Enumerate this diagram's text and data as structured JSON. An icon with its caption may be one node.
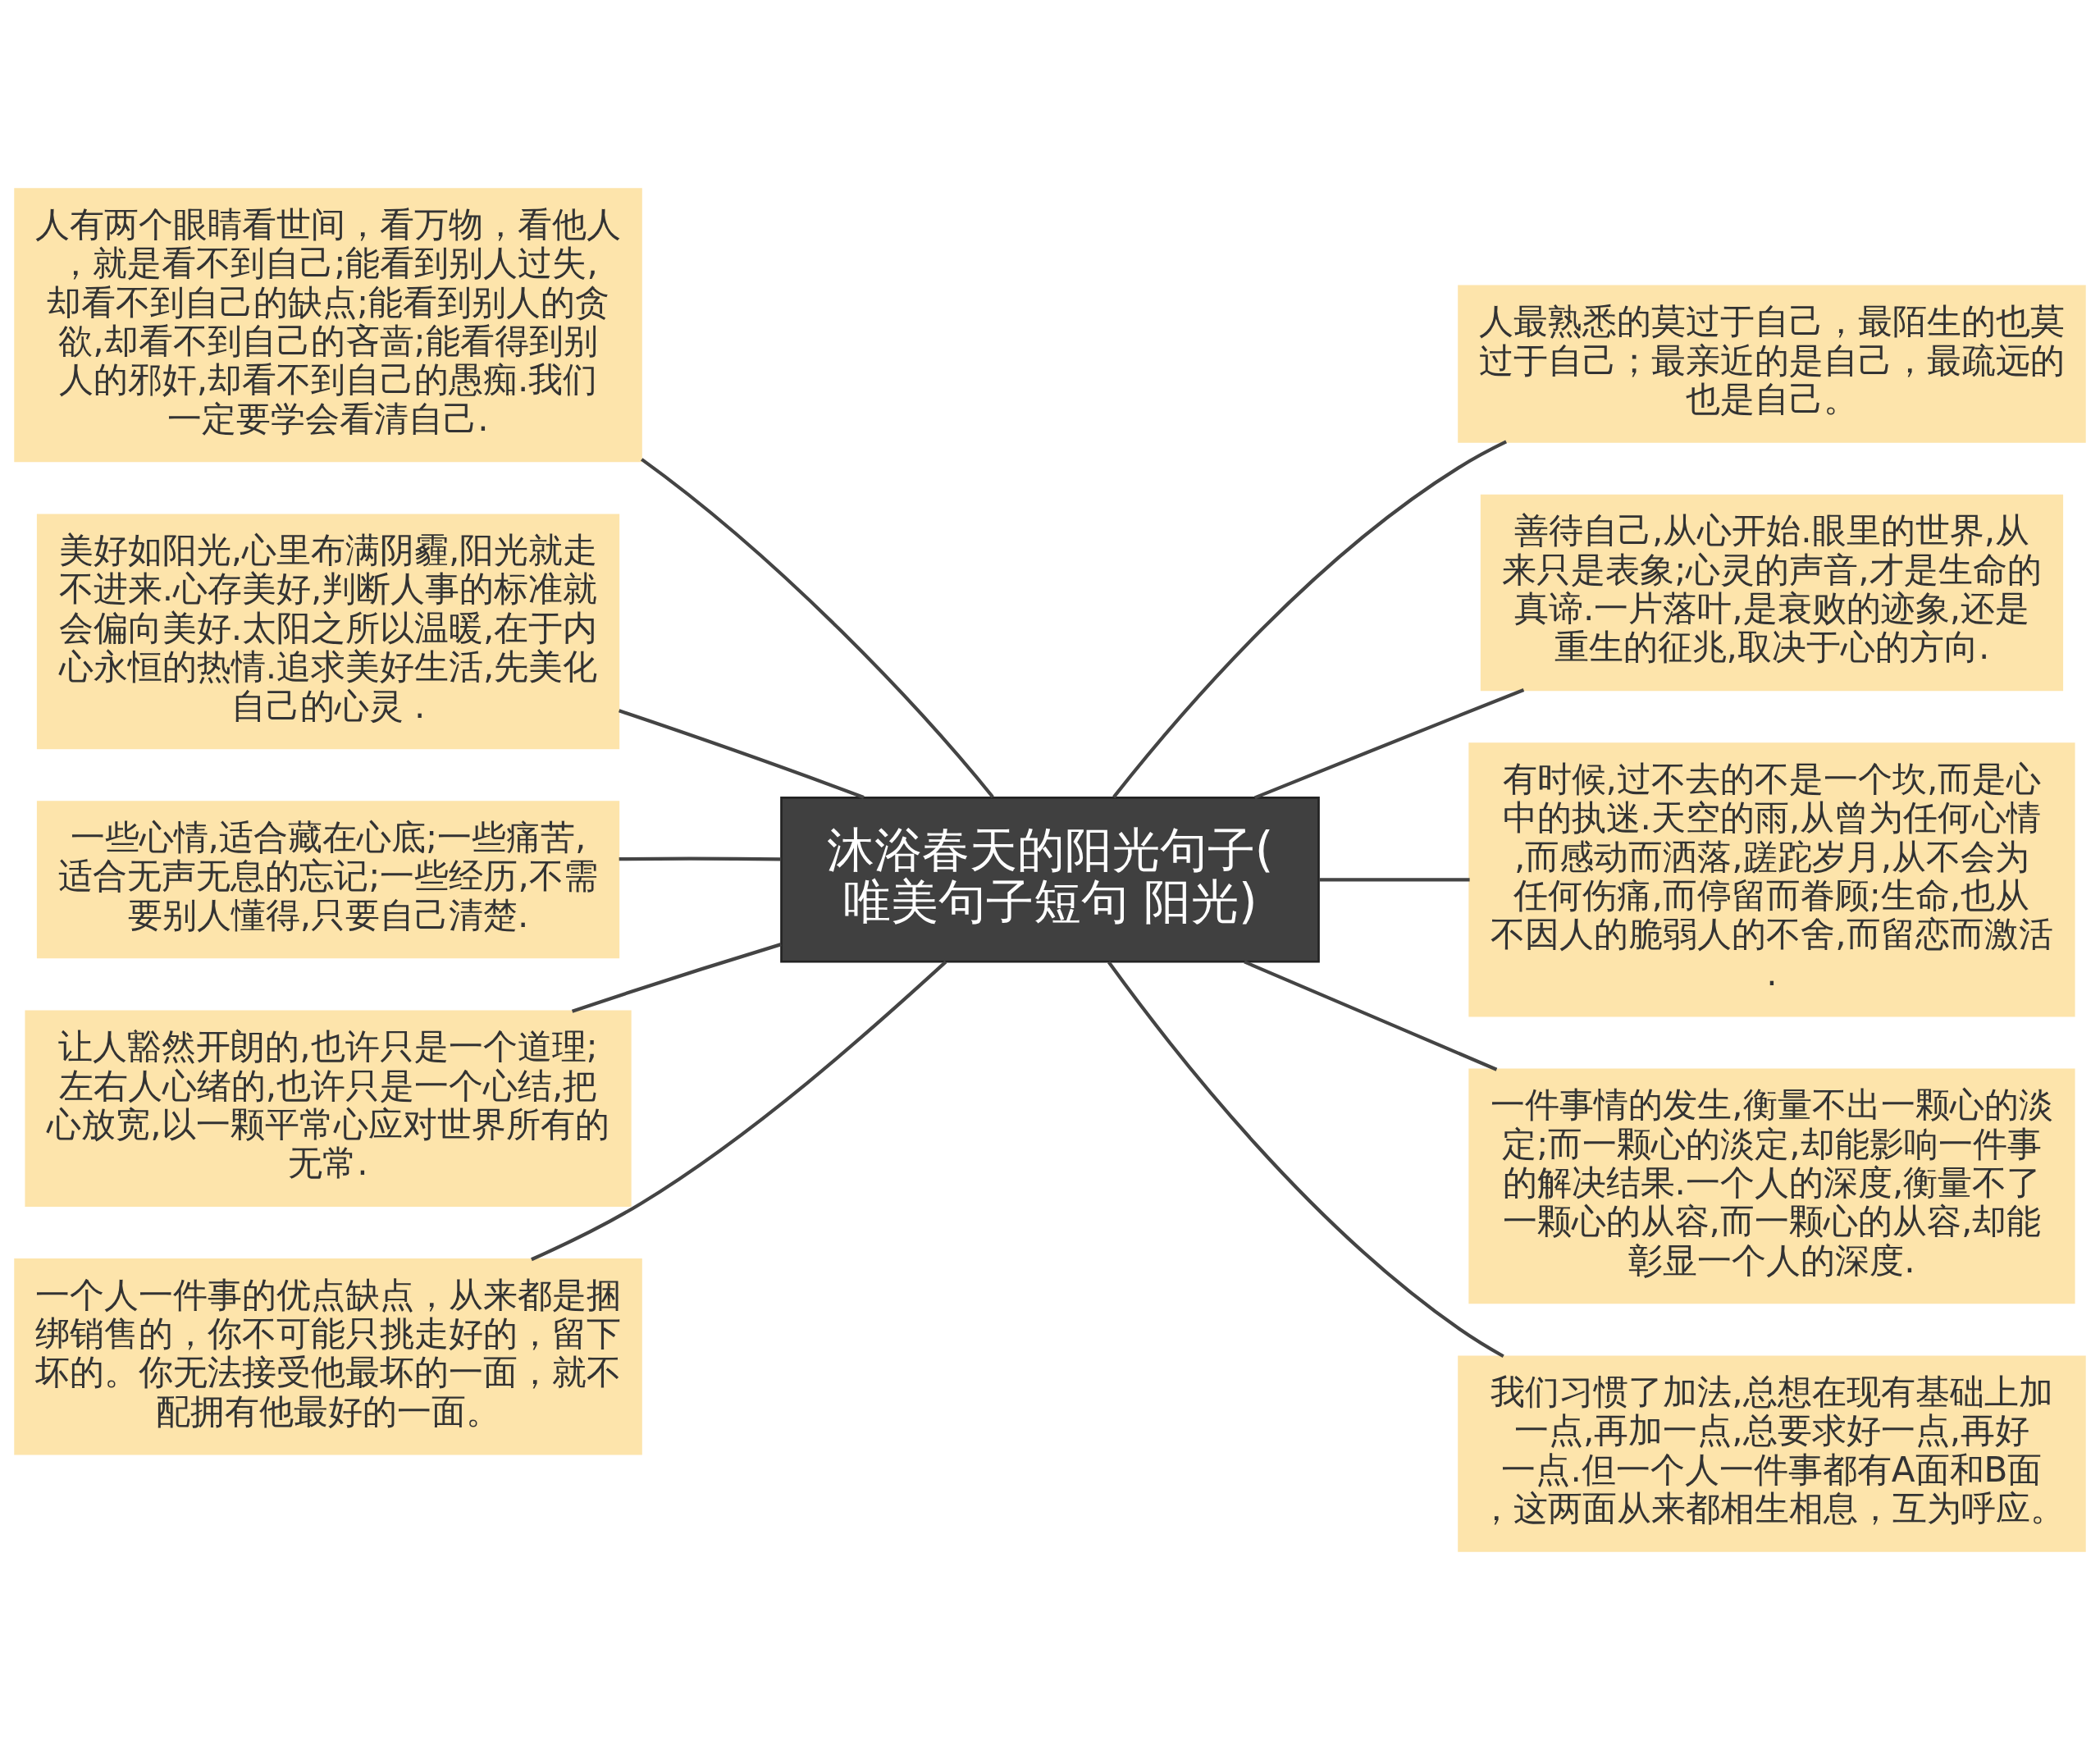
{
  "diagram": {
    "nodes": [
      {
        "text": [
          "沐浴春天的阳光句子(唯美句子短句 阳光)"
        ]
      },
      {
        "text": [
          "人有两个眼睛看世间，看万物，看他人，就是看不到自己;能看到别人过失,却看不到自己的缺点;能看到别人的贪欲,却看不到自己的吝啬;能看得到别人的邪奸,却看不到自己的愚痴.我们一定要学会看清自己."
        ]
      },
      {
        "text": [
          "美好如阳光,心里布满阴霾,阳光就走不进来.心存美好,判断人事的标准就会偏向美好.太阳之所以温暖,在于内心永恒的热情.追求美好生活,先美化自己的心灵 ."
        ]
      },
      {
        "text": [
          "一些心情,适合藏在心底;一些痛苦,适合无声无息的忘记;一些经历,不需要别人懂得,只要自己清楚."
        ]
      },
      {
        "text": [
          "让人豁然开朗的,也许只是一个道理;左右人心绪的,也许只是一个心结,把心放宽,以一颗平常心应对世界所有的无常."
        ]
      },
      {
        "text": [
          "一个人一件事的优点缺点，从来都是捆绑销售的，你不可能只挑走好的，留下坏的。你无法接受他最坏的一面，就不配拥有他最好的一面。"
        ]
      },
      {
        "text": [
          "人最熟悉的莫过于自己，最陌生的也莫过于自己；最亲近的是自己，最疏远的也是自己。"
        ]
      },
      {
        "text": [
          "善待自己,从心开始.眼里的世界,从来只是表象;心灵的声音,才是生命的真谛.一片落叶,是衰败的迹象,还是重生的征兆,取决于心的方向."
        ]
      },
      {
        "text": [
          "有时候,过不去的不是一个坎,而是心中的执迷.天空的雨,从曾为任何心情,而感动而洒落,蹉跎岁月,从不会为任何伤痛,而停留而眷顾;生命,也从不因人的脆弱人的不舍,而留恋而激活."
        ]
      },
      {
        "text": [
          "一件事情的发生,衡量不出一颗心的淡定;而一颗心的淡定,却能影响一件事的解决结果.一个人的深度,衡量不了一颗心的从容,而一颗心的从容,却能彰显一个人的深度."
        ]
      },
      {
        "text": [
          "我们习惯了加法,总想在现有基础上加一点,再加一点,总要求好一点,再好一点.但一个人一件事都有A面和B面，这两面从来都相生相息，互为呼应。"
        ]
      }
    ],
    "edges": [
      {
        "from": 0,
        "to": 1,
        "arrow": "none"
      },
      {
        "from": 0,
        "to": 2,
        "arrow": "none"
      },
      {
        "from": 0,
        "to": 3,
        "arrow": "none"
      },
      {
        "from": 0,
        "to": 4,
        "arrow": "none"
      },
      {
        "from": 0,
        "to": 5,
        "arrow": "none"
      },
      {
        "from": 0,
        "to": 6,
        "arrow": "none"
      },
      {
        "from": 0,
        "to": 7,
        "arrow": "none"
      },
      {
        "from": 0,
        "to": 8,
        "arrow": "none"
      },
      {
        "from": 0,
        "to": 9,
        "arrow": "none"
      },
      {
        "from": 0,
        "to": 10,
        "arrow": "none"
      }
    ]
  }
}
